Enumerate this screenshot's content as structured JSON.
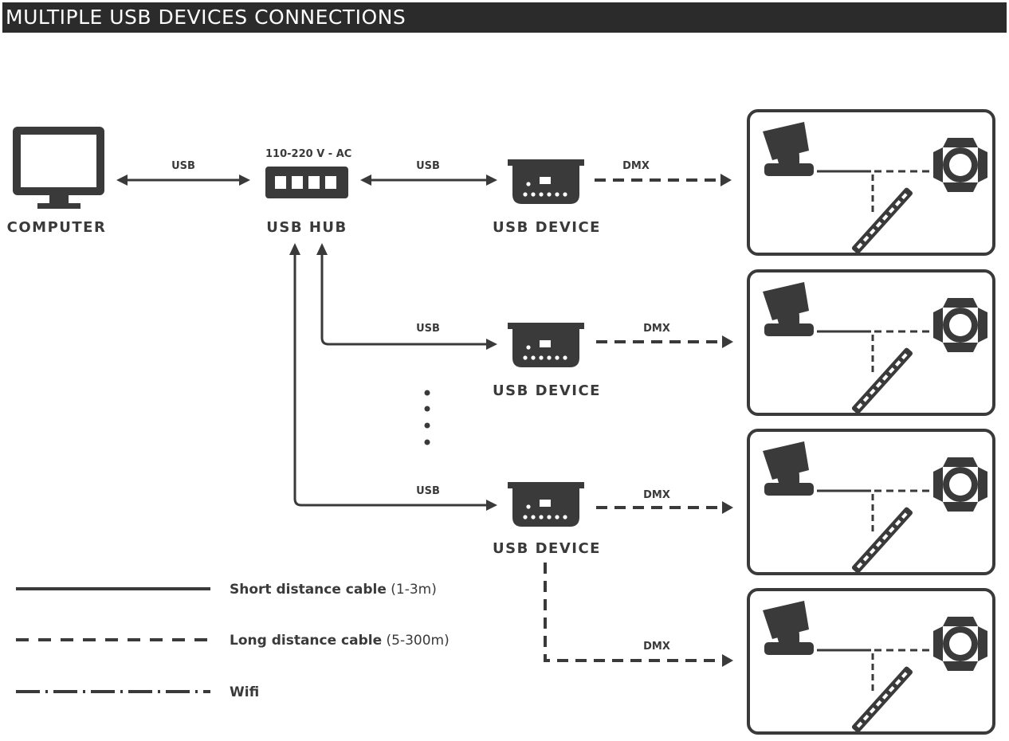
{
  "title": "MULTIPLE USB DEVICES CONNECTIONS",
  "nodes": {
    "computer": "COMPUTER",
    "usb_hub": "USB HUB",
    "hub_voltage_bold": "110-220 V",
    "hub_voltage_rest": " - AC",
    "usb_device": "USB DEVICE"
  },
  "links": {
    "usb": "USB",
    "dmx": "DMX"
  },
  "legend": {
    "short": {
      "bold": "Short distance cable",
      "rest": " (1-3m)"
    },
    "long": {
      "bold": "Long distance cable",
      "rest": " (5-300m)"
    },
    "wifi": {
      "bold": "Wifi",
      "rest": ""
    }
  },
  "colors": {
    "ink": "#3a3a3a",
    "title_bg": "#2b2b2b",
    "title_fg": "#ffffff"
  },
  "icons": [
    "monitor-icon",
    "usb-hub-icon",
    "usb-device-icon",
    "moving-head-icon",
    "spotlight-icon",
    "led-bar-icon"
  ]
}
